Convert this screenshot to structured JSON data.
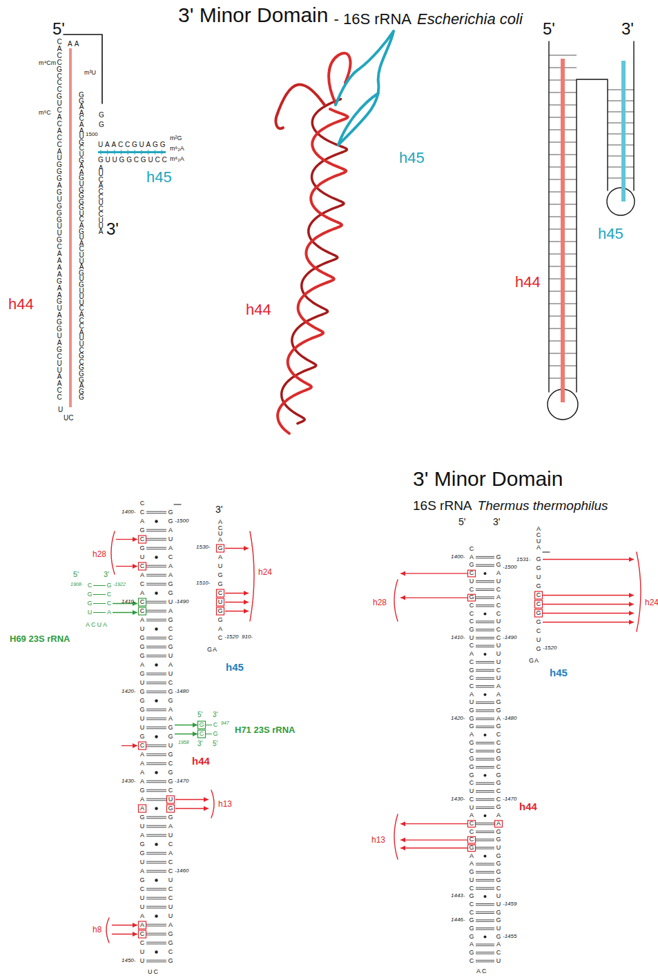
{
  "diagram": {
    "title": "3' Minor Domain",
    "labels": [
      "- 16S rRNA",
      "Escherichia coli",
      "5'",
      "CACCGCCCGUCACACCAUGGGAGUGGGUUGCAAAAGAAGUAGGUAGCUUAACC",
      "U",
      "UC",
      "GGAACAAUGCUGAAGUGGGGUCAGUACUUAGUGUUUCACCAUUCGCGGGAGG",
      "AA",
      "GG",
      "m⁴Cm",
      "m³U",
      "m⁵C",
      "1500",
      "UAACCGUAGG",
      "GUUGGCGUCC",
      "m²G",
      "m⁶₂A",
      "m⁶₂A",
      "AUCACCUCCUUA",
      "3'",
      "h45",
      "h44",
      "h45",
      "h44",
      "5'",
      "3'",
      "h45",
      "h44",
      "3'",
      "ACUA",
      "GAUGGCUGGAC",
      "1530-",
      "1510-",
      "-1520",
      "910-",
      "GA",
      "CCAGCGUCACACCAUGGGAGUGGGUUGCAAAAGAAGUAGGUAGCUUAACCUU",
      "GGAUACAAGGUAGCCGUAUCGGAAGGUGCGGCUGGAUCACCUCCUUAGGCG",
      "1400-",
      "-1500",
      "1410-",
      "-1490",
      "1420-",
      "-1480",
      "1430-",
      "-1470",
      "-1460",
      "1450-",
      "UC",
      "h28",
      "h24",
      "h13",
      "h8",
      "h44",
      "h45",
      "H69 23S rRNA",
      "H71 23S rRNA",
      "5'",
      "3'",
      "CGGU",
      "GCCA",
      "1908-",
      "-1922",
      "ACUA",
      "5'",
      "3'",
      "GC",
      "CG",
      "947",
      "1958",
      "3'",
      "5'",
      "16S rRNA",
      "Thermus thermophilus",
      "3' Minor Domain",
      "5'",
      "3'",
      "ACUA",
      "1531-",
      "GGUGCCGGCUG",
      "-1520",
      "GA",
      "CAGCUCGCCCGUCACGCCAUGGGAGCGGGCUCUACCCGAAGUCGCCGGGAGC",
      "GGAUCACCUCCUUUCUAAGGAGCCGGCGGCCGAAGGUGGGGCUUGGUGACU",
      "1400-",
      "-1500",
      "1410-",
      "-1490",
      "1420-",
      "-1480",
      "1430-",
      "-1470",
      "1443-",
      "1446-",
      "-1459",
      "-1455",
      "AC",
      "h28",
      "h24",
      "h45",
      "h44",
      "h13"
    ]
  }
}
